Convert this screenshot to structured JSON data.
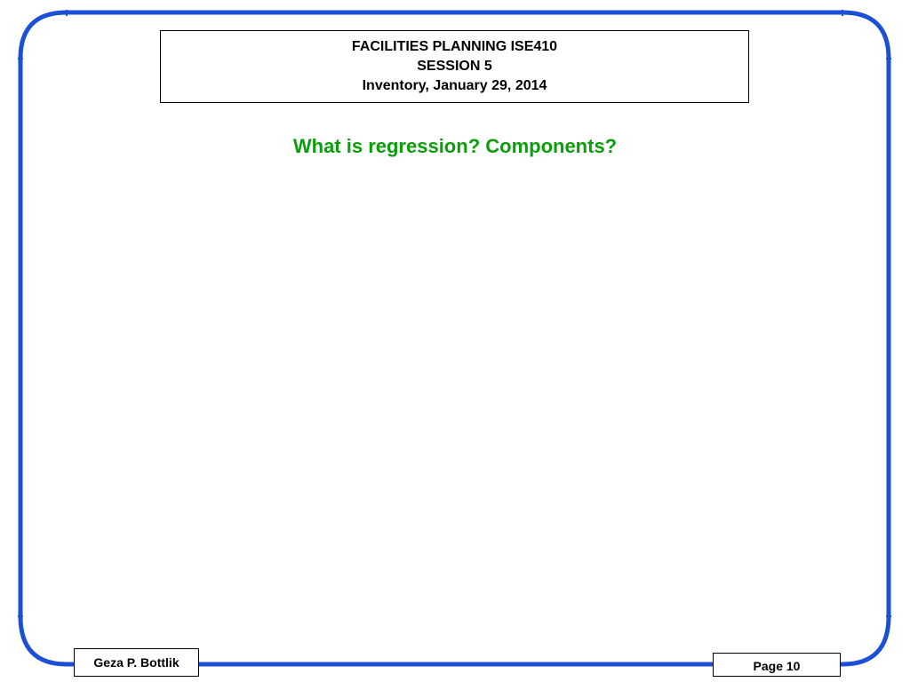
{
  "header": {
    "course": "FACILITIES PLANNING ISE410",
    "session": "SESSION 5",
    "topic": "Inventory, January 29, 2014"
  },
  "slide": {
    "title": "What is regression? Components?"
  },
  "footer": {
    "author": "Geza P. Bottlik",
    "page": "Page 10"
  },
  "colors": {
    "frame": "#1a4fd6",
    "title": "#0a9e0a",
    "text": "#000000",
    "background": "#ffffff"
  }
}
